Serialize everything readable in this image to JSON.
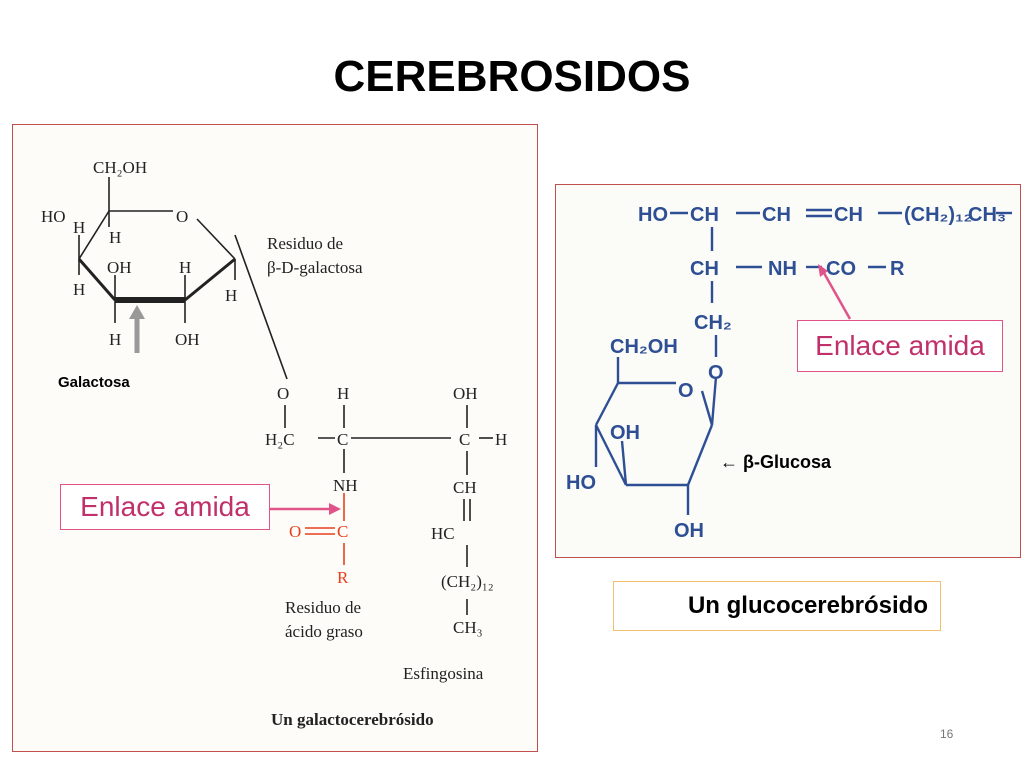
{
  "slide": {
    "title": "CEREBROSIDOS",
    "page_number": "16"
  },
  "left_figure": {
    "galactose_ring": {
      "ch2oh": "CH₂OH",
      "ho": "HO",
      "o": "O",
      "h_c4": "H",
      "oh_c3": "OH",
      "h_c2": "H",
      "h_c5": "H",
      "h_c1": "H",
      "h_bottom_left": "H",
      "oh_bottom": "OH",
      "h_bottom": "H"
    },
    "residue_galactose_line1": "Residuo de",
    "residue_galactose_line2": "β-D-galactosa",
    "galactosa_label": "Galactosa",
    "backbone": {
      "o": "O",
      "h_top": "H",
      "oh_top": "OH",
      "h2c": "H₂C",
      "c_left": "C",
      "c_right": "C",
      "h_right": "H",
      "nh": "NH",
      "ch": "CH",
      "o_red": "O",
      "c_red": "C",
      "r_red": "R",
      "hc": "HC",
      "ch2_12": "(CH₂)₁₂",
      "ch3": "CH₃"
    },
    "residue_fatty_line1": "Residuo de",
    "residue_fatty_line2": "ácido graso",
    "esfingosina": "Esfingosina",
    "caption": "Un galactocerebrósido",
    "amide_label": "Enlace amida"
  },
  "right_figure": {
    "chain": {
      "ho": "HO",
      "ch1": "CH",
      "ch2": "CH",
      "ch3": "CH",
      "ch2_12": "(CH₂)₁₂",
      "ch3_end": "CH₃",
      "ch_mid": "CH",
      "nh": "NH",
      "co": "CO",
      "r": "R",
      "ch2_link": "CH₂",
      "o_link": "O"
    },
    "glucose_ring": {
      "ch2oh": "CH₂OH",
      "o_ring": "O",
      "oh_inner": "OH",
      "ho_left": "HO",
      "oh_bottom": "OH"
    },
    "amide_label": "Enlace amida",
    "glucosa_label": "← β-Glucosa"
  },
  "caption_right": "Un glucocerebrósido",
  "colors": {
    "frame_border": "#c0504d",
    "amide_pink": "#e0548a",
    "chem_blue": "#2e4f94",
    "fatty_red": "#e8401c",
    "caption_box_border": "#f0c070"
  }
}
